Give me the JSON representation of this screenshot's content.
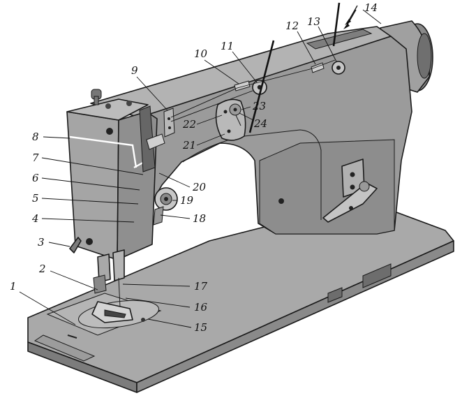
{
  "diagram": {
    "labels": [
      "1",
      "2",
      "3",
      "4",
      "5",
      "6",
      "7",
      "8",
      "9",
      "10",
      "11",
      "12",
      "13",
      "14",
      "15",
      "16",
      "17",
      "18",
      "19",
      "20",
      "21",
      "22",
      "23",
      "24"
    ]
  },
  "colors": {
    "body": "#9a9a9a",
    "body_dark": "#7e7e7e",
    "body_light": "#b8b8b8",
    "table": "#a8a8a8",
    "table_edge": "#7a7a7a",
    "outline": "#1a1a1a"
  }
}
